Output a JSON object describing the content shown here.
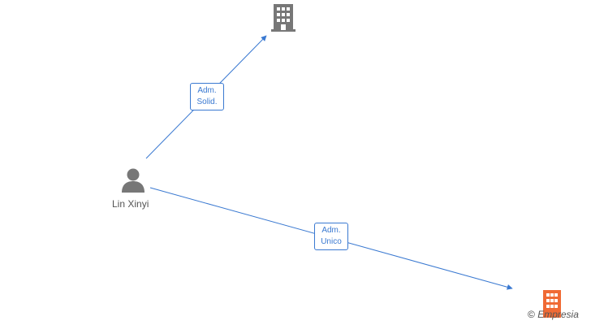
{
  "nodes": {
    "person": {
      "name": "Lin Xinyi",
      "icon": "person-icon",
      "color": "#777777"
    },
    "company_top": {
      "icon": "building-icon",
      "color": "#777777"
    },
    "company_bottom": {
      "icon": "building-icon",
      "color": "#f06a35"
    }
  },
  "edges": [
    {
      "from": "person",
      "to": "company_top",
      "label_line1": "Adm.",
      "label_line2": "Solid."
    },
    {
      "from": "person",
      "to": "company_bottom",
      "label_line1": "Adm.",
      "label_line2": "Unico"
    }
  ],
  "watermark": {
    "symbol": "©",
    "brand": "Empresia"
  },
  "colors": {
    "edge": "#3a79d1"
  }
}
